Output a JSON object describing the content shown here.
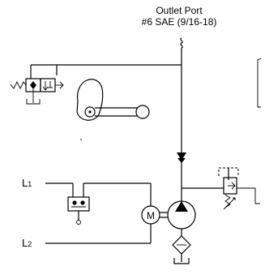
{
  "outlet": {
    "line1": "Outlet Port",
    "line2": "#6 SAE (9/16-18)"
  },
  "lines": {
    "l1": {
      "main": "L",
      "sub": "1"
    },
    "l2": {
      "main": "L",
      "sub": "2"
    }
  },
  "motor": {
    "label": "M"
  },
  "colors": {
    "line": "#000000",
    "background": "#ffffff"
  }
}
